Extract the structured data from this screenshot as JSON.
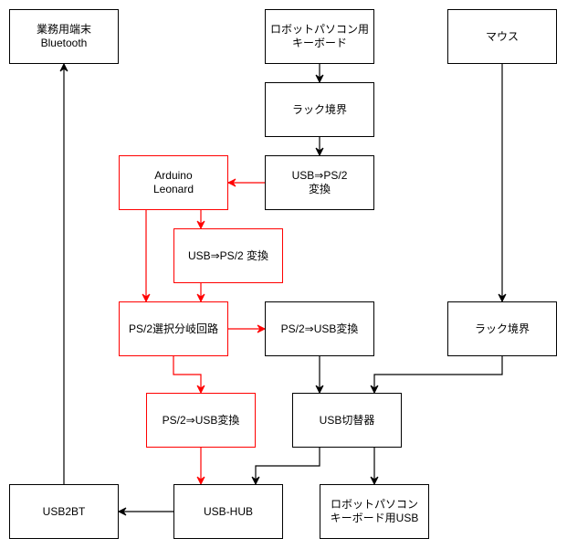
{
  "colors": {
    "black": "#000000",
    "red": "#ff0000",
    "background": "#ffffff"
  },
  "nodes": [
    {
      "id": "business-terminal",
      "label": "業務用端末\nBluetooth",
      "color": "black"
    },
    {
      "id": "robot-pc-keyboard",
      "label": "ロボットパソコン用\nキーボード",
      "color": "black"
    },
    {
      "id": "mouse",
      "label": "マウス",
      "color": "black"
    },
    {
      "id": "rack-boundary-1",
      "label": "ラック境界",
      "color": "black"
    },
    {
      "id": "usb-ps2-converter-1",
      "label": "USB⇒PS/2\n変換",
      "color": "black"
    },
    {
      "id": "arduino-leonard",
      "label": "Arduino\nLeonard",
      "color": "red"
    },
    {
      "id": "usb-ps2-converter-2",
      "label": "USB⇒PS/2 変換",
      "color": "red"
    },
    {
      "id": "ps2-selector-branch",
      "label": "PS/2選択分岐回路",
      "color": "red"
    },
    {
      "id": "ps2-usb-converter-1",
      "label": "PS/2⇒USB変換",
      "color": "black"
    },
    {
      "id": "rack-boundary-2",
      "label": "ラック境界",
      "color": "black"
    },
    {
      "id": "ps2-usb-converter-2",
      "label": "PS/2⇒USB変換",
      "color": "red"
    },
    {
      "id": "usb-switch",
      "label": "USB切替器",
      "color": "black"
    },
    {
      "id": "usb2bt",
      "label": "USB2BT",
      "color": "black"
    },
    {
      "id": "usb-hub",
      "label": "USB-HUB",
      "color": "black"
    },
    {
      "id": "robot-pc-keyboard-usb",
      "label": "ロボットパソコン\nキーボード用USB",
      "color": "black"
    }
  ],
  "edges": [
    {
      "from": "robot-pc-keyboard",
      "to": "rack-boundary-1",
      "color": "black"
    },
    {
      "from": "rack-boundary-1",
      "to": "usb-ps2-converter-1",
      "color": "black"
    },
    {
      "from": "usb-ps2-converter-1",
      "to": "arduino-leonard",
      "color": "red"
    },
    {
      "from": "arduino-leonard",
      "to": "usb-ps2-converter-2",
      "color": "red"
    },
    {
      "from": "arduino-leonard",
      "to": "ps2-selector-branch",
      "color": "red"
    },
    {
      "from": "usb-ps2-converter-2",
      "to": "ps2-selector-branch",
      "color": "red"
    },
    {
      "from": "ps2-selector-branch",
      "to": "ps2-usb-converter-1",
      "color": "red"
    },
    {
      "from": "ps2-selector-branch",
      "to": "ps2-usb-converter-2",
      "color": "red"
    },
    {
      "from": "mouse",
      "to": "rack-boundary-2",
      "color": "black"
    },
    {
      "from": "ps2-usb-converter-1",
      "to": "usb-switch",
      "color": "black"
    },
    {
      "from": "rack-boundary-2",
      "to": "usb-switch",
      "color": "black"
    },
    {
      "from": "ps2-usb-converter-2",
      "to": "usb-hub",
      "color": "red"
    },
    {
      "from": "usb-switch",
      "to": "usb-hub",
      "color": "black"
    },
    {
      "from": "usb-switch",
      "to": "robot-pc-keyboard-usb",
      "color": "black"
    },
    {
      "from": "usb-hub",
      "to": "usb2bt",
      "color": "black"
    },
    {
      "from": "usb2bt",
      "to": "business-terminal",
      "color": "black"
    }
  ]
}
